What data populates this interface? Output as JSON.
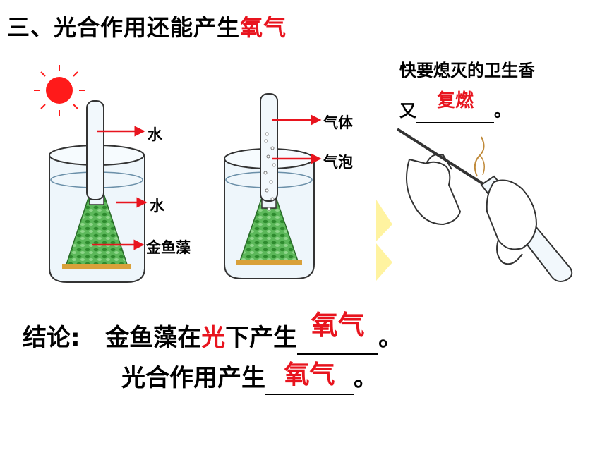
{
  "title": {
    "prefix": "三、光合作用还能产生",
    "highlight": "氧气"
  },
  "apparatus_left": {
    "labels": {
      "tube_water": "水",
      "beaker_water": "水",
      "plant": "金鱼藻"
    }
  },
  "apparatus_right": {
    "labels": {
      "gas": "气体",
      "bubble": "气泡"
    }
  },
  "incense": {
    "line1": "快要熄灭的卫生香",
    "line2_prefix": "又",
    "answer": "复燃",
    "line2_suffix": "。"
  },
  "conclusion": {
    "label": "结论:",
    "line1_a": "金鱼藻在",
    "line1_highlight": "光",
    "line1_b": "下产生",
    "line1_answer": "氧气",
    "line1_end": "。",
    "line2_a": "光合作用产生",
    "line2_answer": "氧气",
    "line2_end": "。"
  },
  "colors": {
    "accent_red": "#e8141e",
    "plant_green": "#3fa53a",
    "sun": "#ff1a1a"
  }
}
